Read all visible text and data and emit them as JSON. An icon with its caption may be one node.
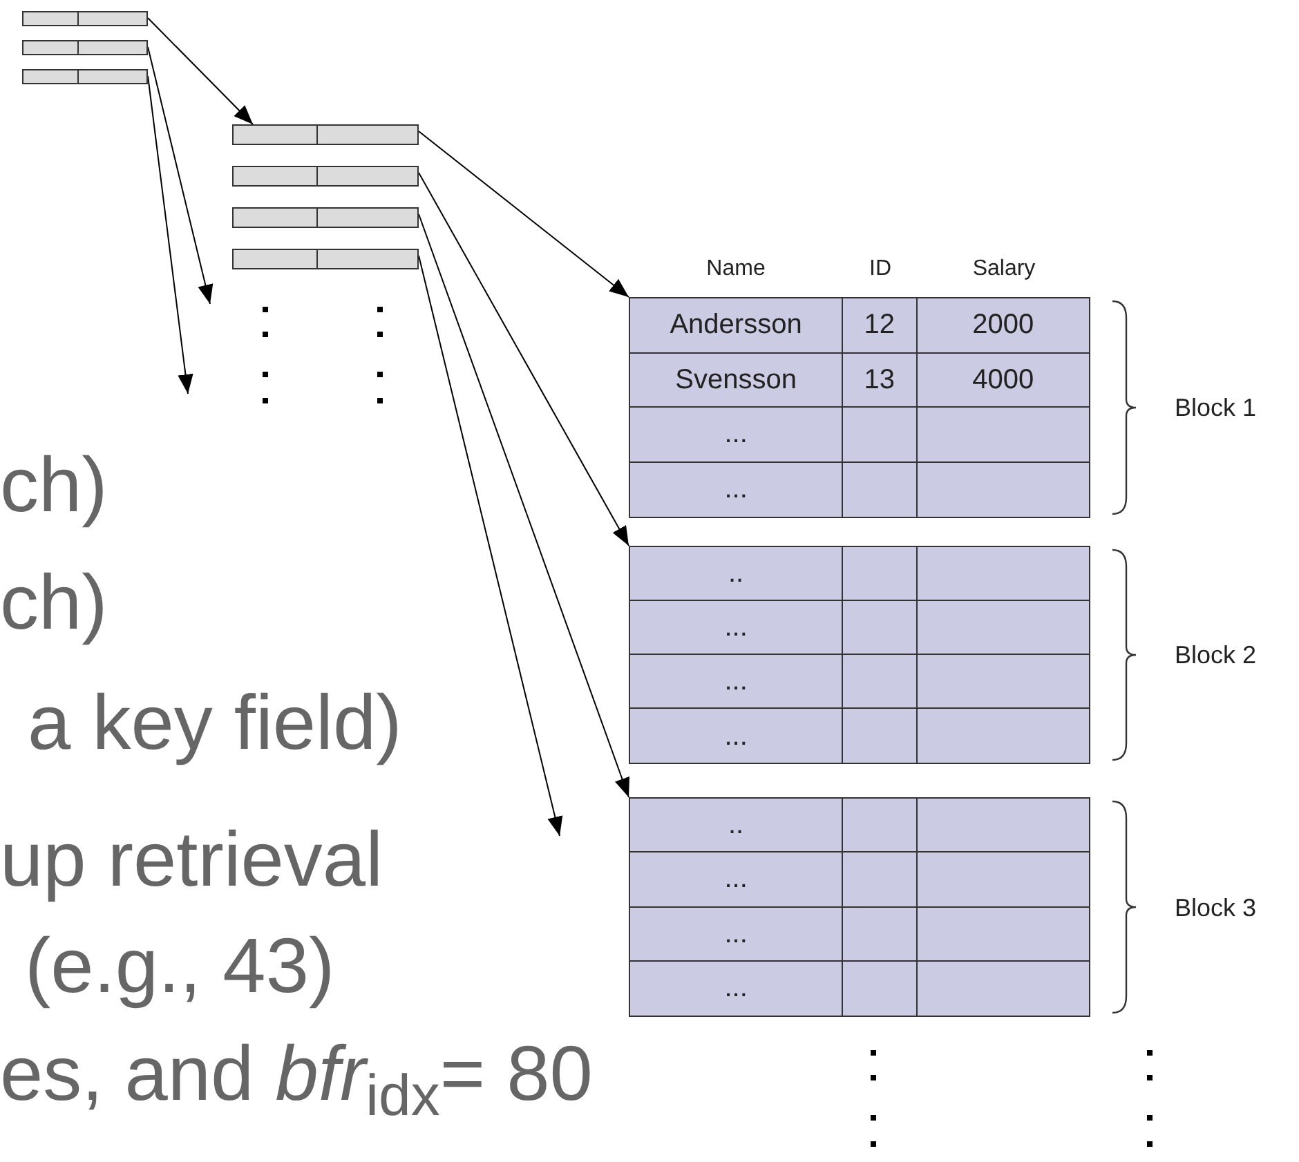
{
  "diagram": {
    "nodes": [
      {
        "text": [],
        "shape": "bar"
      },
      {
        "text": [],
        "shape": "bar"
      },
      {
        "text": [],
        "shape": "bar"
      },
      {
        "text": [],
        "shape": "bar"
      },
      {
        "text": [],
        "shape": "bar"
      },
      {
        "text": [],
        "shape": "bar"
      },
      {
        "text": [],
        "shape": "bar"
      },
      {
        "text": [],
        "shape": "box",
        "beside": [
          "Block 1"
        ]
      },
      {
        "text": [],
        "shape": "box",
        "beside": [
          "Block 2"
        ]
      },
      {
        "text": [],
        "shape": "box",
        "beside": [
          "Block 3"
        ]
      }
    ],
    "edges": [
      {
        "from": 0,
        "to": 3,
        "arrow": "to"
      },
      {
        "from": 1,
        "to": null,
        "arrow": "to"
      },
      {
        "from": 2,
        "to": null,
        "arrow": "to"
      },
      {
        "from": 3,
        "to": 7,
        "arrow": "to"
      },
      {
        "from": 4,
        "to": 8,
        "arrow": "to"
      },
      {
        "from": 5,
        "to": 9,
        "arrow": "to"
      },
      {
        "from": 6,
        "to": null,
        "arrow": "to"
      }
    ],
    "labels": [
      "Name",
      "ID",
      "Salary",
      "Andersson",
      "12",
      "2000",
      "Svensson",
      "13",
      "4000",
      "...",
      "...",
      "..",
      "...",
      "...",
      "...",
      "..",
      "...",
      "...",
      "...",
      "ch)",
      "ch)",
      "a key field)",
      "up retrieval",
      "(e.g., 43)",
      "es,  and *bfr*$_{idx}$= 80"
    ]
  }
}
